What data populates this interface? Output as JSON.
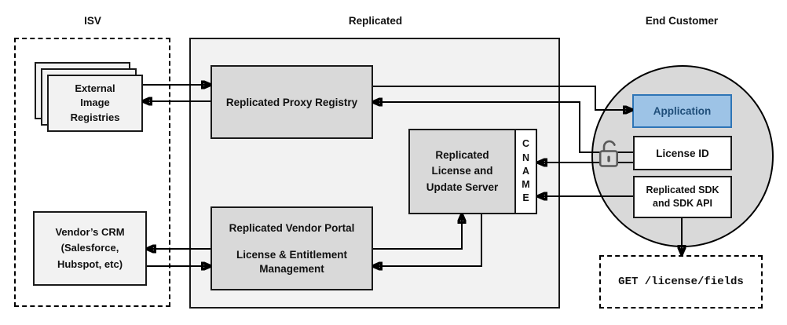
{
  "sections": {
    "isv": {
      "label": "ISV"
    },
    "replicated": {
      "label": "Replicated"
    },
    "end_customer": {
      "label": "End Customer"
    }
  },
  "isv": {
    "registries": {
      "lines": [
        "External",
        "Image",
        "Registries"
      ]
    },
    "crm": {
      "lines": [
        "Vendor’s CRM",
        "(Salesforce,",
        "Hubspot, etc)"
      ]
    }
  },
  "replicated": {
    "proxy_registry": {
      "label": "Replicated Proxy Registry"
    },
    "license_update_server": {
      "lines": [
        "Replicated",
        "License and",
        "Update Server"
      ]
    },
    "cname": {
      "letters": [
        "C",
        "N",
        "A",
        "M",
        "E"
      ]
    },
    "vendor_portal": {
      "lines": [
        "Replicated Vendor Portal",
        "License & Entitlement",
        "Management"
      ]
    }
  },
  "end_customer": {
    "application": {
      "label": "Application"
    },
    "license_id": {
      "label": "License ID"
    },
    "sdk": {
      "lines": [
        "Replicated SDK",
        "and SDK API"
      ]
    },
    "get_request": {
      "label": "GET /license/fields"
    },
    "lock_icon": "unlock-icon"
  },
  "colors": {
    "section_gray": "#f2f2f2",
    "box_gray": "#d9d9d9",
    "light_box": "#f2f2f2",
    "circle_gray": "#d9d9d9",
    "app_fill": "#9dc3e6",
    "app_border": "#2e75b6",
    "app_text": "#1f4e79",
    "line": "#000000",
    "lock": "#595959"
  }
}
